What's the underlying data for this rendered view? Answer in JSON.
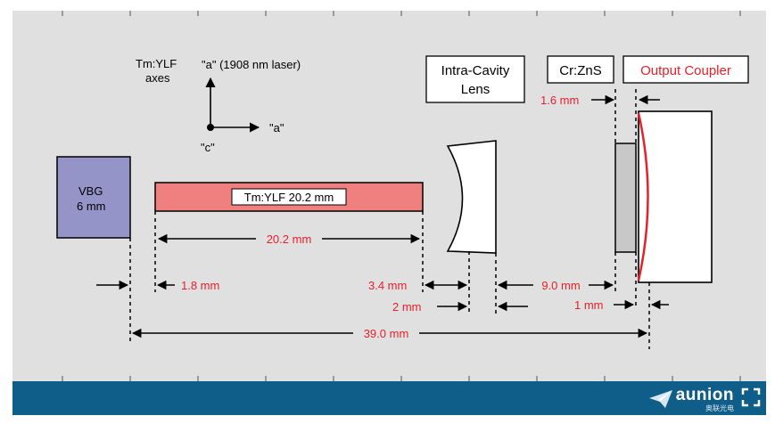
{
  "diagram": {
    "axes_label_1": "Tm:YLF",
    "axes_label_2": "axes",
    "axis_up_label": "\"a\" (1908 nm laser)",
    "axis_right_label": "\"a\"",
    "axis_origin_label": "\"c\"",
    "vbg_line1": "VBG",
    "vbg_line2": "6 mm",
    "crystal_label": "Tm:YLF 20.2 mm",
    "crystal_length_label": "20.2 mm",
    "lens_label_line1": "Intra-Cavity",
    "lens_label_line2": "Lens",
    "crzns_label": "Cr:ZnS",
    "oc_label": "Output Coupler",
    "crzns_thickness": "1.6 mm",
    "gap_vbg_crystal": "1.8 mm",
    "gap_crystal_lens": "3.4 mm",
    "lens_thickness": "2 mm",
    "gap_lens_crzns": "9.0 mm",
    "gap_crzns_oc": "1 mm",
    "total_length": "39.0 mm"
  },
  "colors": {
    "background": "#e0e0e0",
    "vbg_fill": "#9494c8",
    "crystal_fill": "#f08080",
    "red_text": "#e8202a",
    "crzns_fill": "#c8c8c8",
    "footer": "#0f5e8a"
  },
  "footer": {
    "logo_name": "aunion",
    "logo_sub": "奥联光电",
    "expand_icon": "expand-icon"
  }
}
